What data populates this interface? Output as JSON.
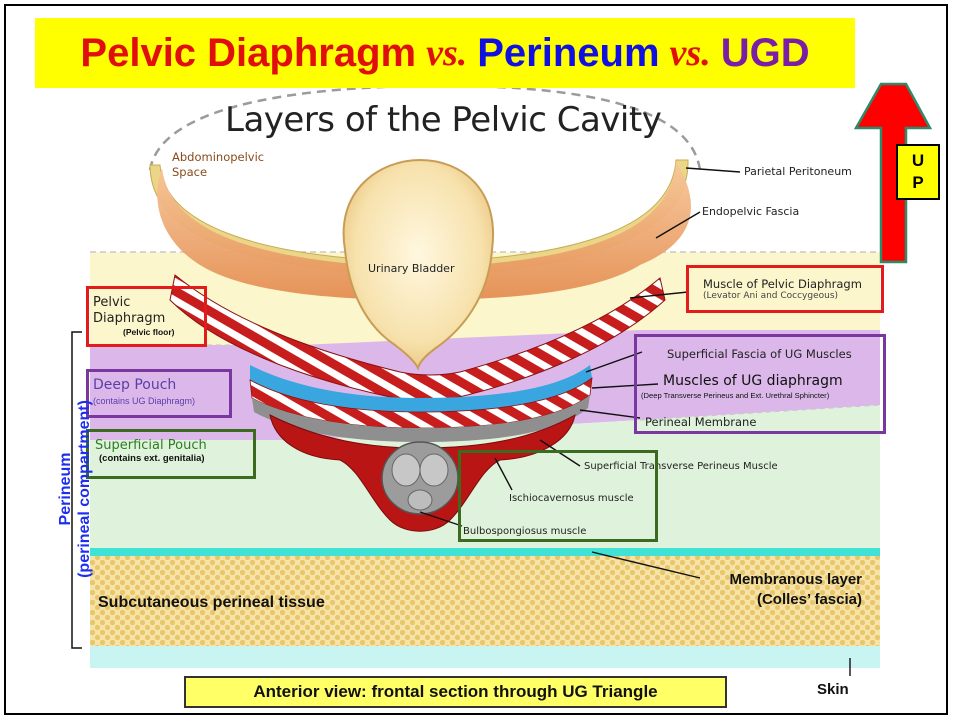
{
  "title": {
    "part1": "Pelvic Diaphragm",
    "vs1": "vs.",
    "part2": "Perineum",
    "vs2": "vs.",
    "part3": "UGD"
  },
  "diagram_title": "Layers of the Pelvic Cavity",
  "labels": {
    "abdominopelvic_space_line1": "Abdominopelvic",
    "abdominopelvic_space_line2": "Space",
    "parietal_peritoneum": "Parietal Peritoneum",
    "endopelvic_fascia": "Endopelvic Fascia",
    "urinary_bladder": "Urinary Bladder",
    "muscle_pelvic_diaphragm": "Muscle of Pelvic Diaphragm",
    "muscle_pelvic_diaphragm_sub": "(Levator Ani and Coccygeous)",
    "pelvic_diaphragm_line1": "Pelvic",
    "pelvic_diaphragm_line2": "Diaphragm",
    "pelvic_floor": "(Pelvic floor)",
    "deep_pouch": "Deep Pouch",
    "deep_pouch_sub": "(contains UG Diaphragm)",
    "superficial_fascia_ug": "Superficial Fascia of UG Muscles",
    "muscles_ug_diaphragm": "Muscles of UG diaphragm",
    "muscles_ug_diaphragm_sub": "(Deep Transverse Perineus and Ext. Urethral Sphincter)",
    "perineal_membrane": "Perineal Membrane",
    "superficial_pouch": "Superficial Pouch",
    "superficial_pouch_sub": "(contains ext. genitalia)",
    "superficial_transverse_perineus": "Superficial Transverse Perineus Muscle",
    "ischiocavernosus": "Ischiocavernosus muscle",
    "bulbospongiosus": "Bulbospongiosus muscle",
    "perineum_line1": "Perineum",
    "perineum_line2": "(perineal compartment)",
    "membranous_layer_line1": "Membranous layer",
    "membranous_layer_line2": "(Colles’ fascia)",
    "subcutaneous_tissue": "Subcutaneous perineal tissue",
    "skin": "Skin"
  },
  "up_indicator": {
    "line1": "U",
    "line2": "P"
  },
  "caption": "Anterior view: frontal section through UG Triangle",
  "colors": {
    "title_background": "#ffff00",
    "pelvic_diaphragm_red": "#e10e0e",
    "perineum_blue": "#1010e0",
    "ugd_purple": "#7a1ea6",
    "arrow_red": "#ff0000",
    "arrow_outline": "#2e8b6a",
    "deep_pouch_zone": "#d8b2e6",
    "superficial_pouch_zone": "#dff3dc",
    "pelvic_zone": "#fbf6cc",
    "membranous_layer": "#3fe2d4",
    "subcutaneous_tissue": "#f3dc9a"
  }
}
